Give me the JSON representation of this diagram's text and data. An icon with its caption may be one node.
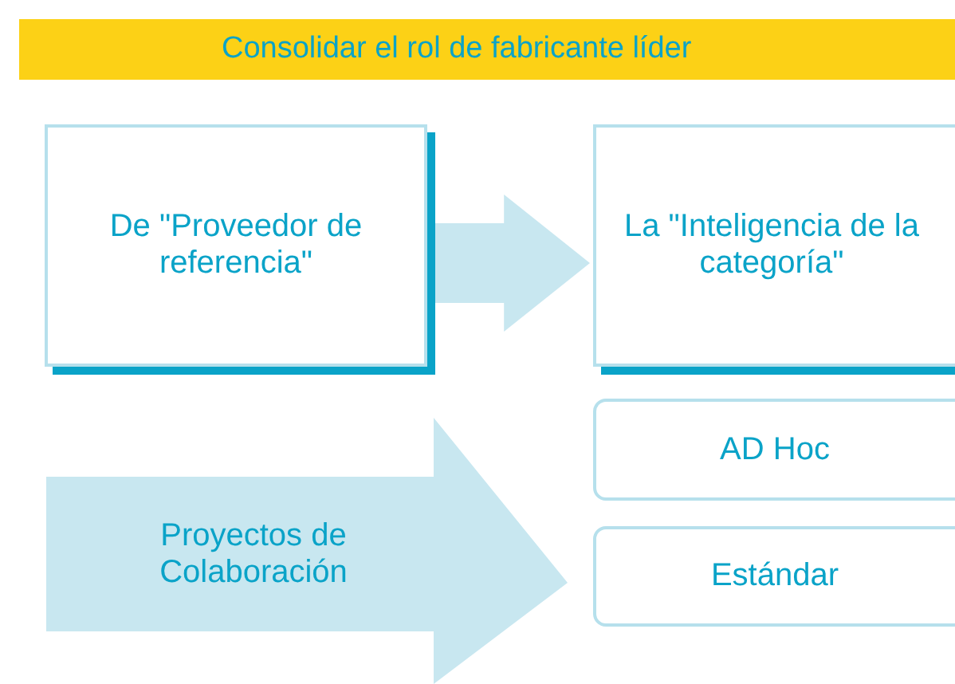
{
  "diagram": {
    "title": "Consolidar el rol de fabricante líder",
    "nodes": [
      {
        "text": [
          "De \"Proveedor de referencia\""
        ]
      },
      {
        "text": [
          "La \"Inteligencia de la categoría\""
        ]
      },
      {
        "text": [
          "Proyectos de Colaboración"
        ]
      },
      {
        "text": [
          "AD Hoc"
        ]
      },
      {
        "text": [
          "Estándar"
        ]
      }
    ],
    "edges": [
      {
        "from": 0,
        "to": 1,
        "arrow": "to"
      }
    ]
  }
}
